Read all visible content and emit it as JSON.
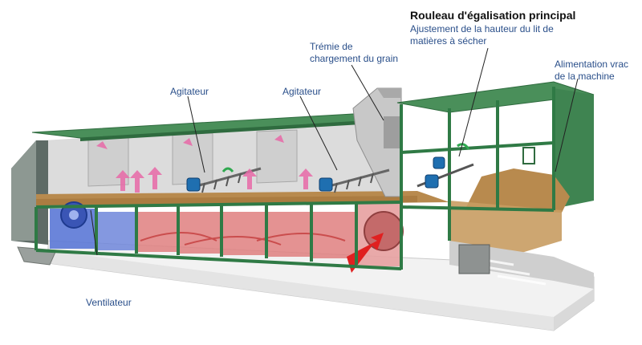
{
  "labels": {
    "main_roller": {
      "title": "Rouleau d'égalisation principal",
      "lines": [
        "Ajustement de la hauteur du lit de",
        "matières à sécher"
      ]
    },
    "hopper": {
      "lines": [
        "Trémie de",
        "chargement du grain"
      ]
    },
    "bulk_feed": {
      "lines": [
        "Alimentation vrac",
        "de la machine"
      ]
    },
    "agitator_left": {
      "text": "Agitateur"
    },
    "agitator_right": {
      "text": "Agitateur"
    },
    "fan": {
      "text": "Ventilateur"
    }
  },
  "colors": {
    "frame_green": "#2f7a45",
    "roof_green": "#3d8a50",
    "label_blue": "#2a4f8a",
    "grain": "#b88a4e",
    "hot_chamber": "#e08080",
    "fan_chamber": "#5b78d6",
    "arrow_pink": "#e86aa8",
    "arrow_red": "#e02020",
    "motor_blue": "#1f6fb0"
  }
}
